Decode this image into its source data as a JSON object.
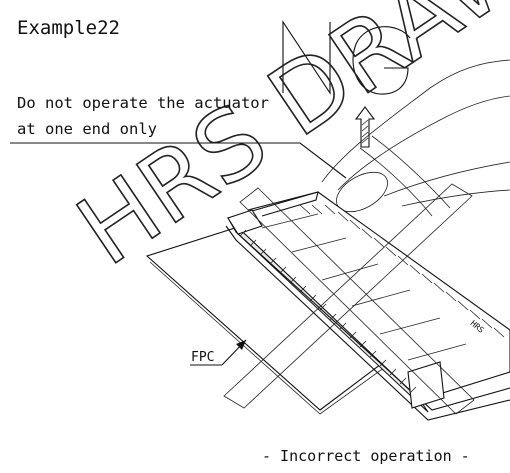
{
  "title": "Example22",
  "verdict": "NG",
  "note_line1": "Do not operate the actuator",
  "note_line2": "at one end only",
  "fpc_label": "FPC",
  "caption": "- Incorrect operation -",
  "watermark": "HRS DRAWING",
  "arrow_icon": "up-arrow-icon"
}
